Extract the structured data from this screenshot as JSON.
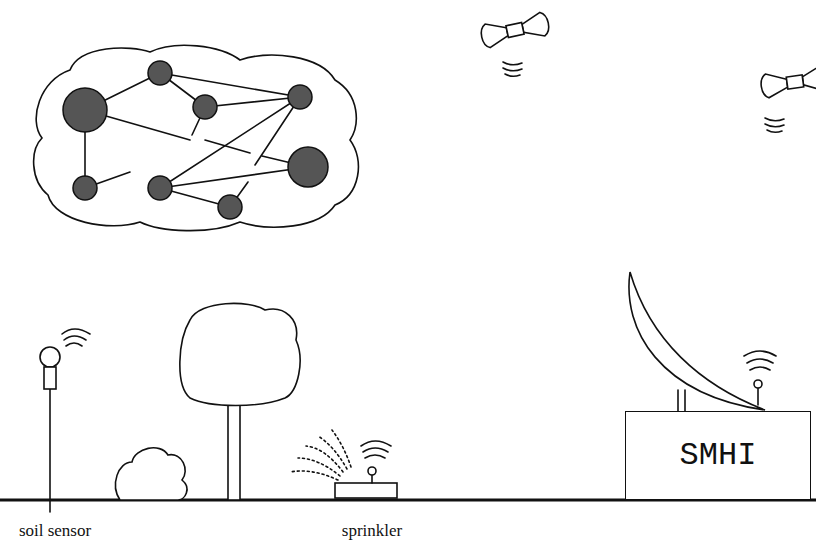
{
  "diagram": {
    "nodes": [
      {
        "text": [
          "SMHI"
        ]
      }
    ],
    "labels": [
      "soil sensor",
      "sprinkler"
    ]
  }
}
